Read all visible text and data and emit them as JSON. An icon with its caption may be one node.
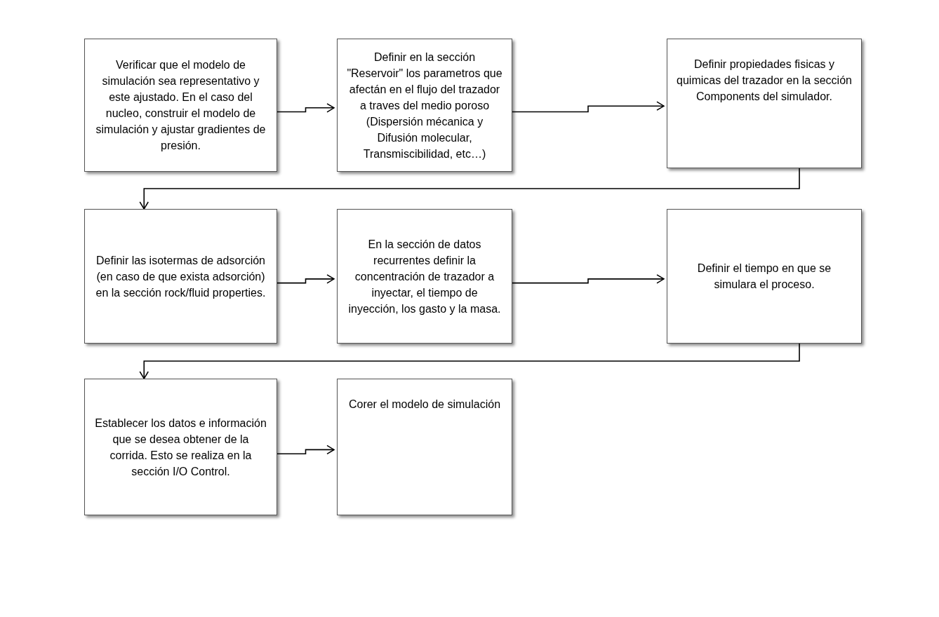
{
  "diagram": {
    "nodes": [
      {
        "text": [
          "Verificar que el modelo de simulación sea representativo y este ajustado. En el caso del nucleo, construir el modelo de simulación y ajustar gradientes de presión."
        ]
      },
      {
        "text": [
          "Definir en la sección \"Reservoir\" los parametros que afectán en el flujo del trazador a traves del medio poroso (Dispersión mécanica y Difusión molecular, Transmiscibilidad, etc…)"
        ]
      },
      {
        "text": [
          "Definir propiedades fisicas y quimicas del trazador en la sección Components del simulador."
        ]
      },
      {
        "text": [
          "Definir las isotermas de adsorción (en caso de que exista adsorción) en la sección rock/fluid properties."
        ]
      },
      {
        "text": [
          "En la sección de datos recurrentes definir la concentración de trazador a inyectar, el tiempo de inyección, los gasto y la masa."
        ]
      },
      {
        "text": [
          "Definir el tiempo en que se simulara el proceso."
        ]
      },
      {
        "text": [
          "Establecer los datos e información que se desea obtener de la corrida. Esto se realiza en la sección I/O Control."
        ]
      },
      {
        "text": [
          "Corer el modelo de simulación"
        ]
      }
    ],
    "edges": [
      {
        "from": 0,
        "to": 1,
        "arrow": "to"
      },
      {
        "from": 1,
        "to": 2,
        "arrow": "to"
      },
      {
        "from": 2,
        "to": 3,
        "arrow": "to"
      },
      {
        "from": 3,
        "to": 4,
        "arrow": "to"
      },
      {
        "from": 4,
        "to": 5,
        "arrow": "to"
      },
      {
        "from": 5,
        "to": 6,
        "arrow": "to"
      },
      {
        "from": 6,
        "to": 7,
        "arrow": "to"
      }
    ]
  }
}
